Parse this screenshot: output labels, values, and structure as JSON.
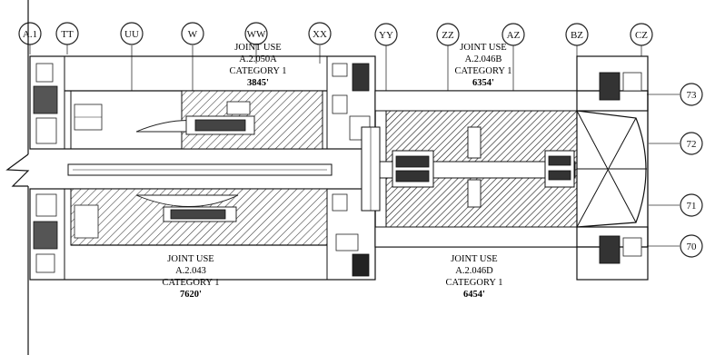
{
  "column_lines": [
    {
      "label": "A.1"
    },
    {
      "label": "TT"
    },
    {
      "label": "UU"
    },
    {
      "label": "W"
    },
    {
      "label": "WW"
    },
    {
      "label": "XX"
    },
    {
      "label": "YY"
    },
    {
      "label": "ZZ"
    },
    {
      "label": "AZ"
    },
    {
      "label": "BZ"
    },
    {
      "label": "CZ"
    }
  ],
  "row_lines": [
    {
      "label": "73"
    },
    {
      "label": "72"
    },
    {
      "label": "71"
    },
    {
      "label": "70"
    }
  ],
  "rooms": {
    "north_west": {
      "use": "JOINT USE",
      "number": "A.2.050A",
      "category": "CATEGORY 1",
      "area": "3845'"
    },
    "north_east": {
      "use": "JOINT USE",
      "number": "A.2.046B",
      "category": "CATEGORY 1",
      "area": "6354'"
    },
    "south_west": {
      "use": "JOINT USE",
      "number": "A.2.043",
      "category": "CATEGORY 1",
      "area": "7620'"
    },
    "south_east": {
      "use": "JOINT USE",
      "number": "A.2.046D",
      "category": "CATEGORY 1",
      "area": "6454'"
    }
  },
  "colors": {
    "line": "#1a1a1a",
    "hatch": "#333333",
    "paper": "#ffffff"
  }
}
